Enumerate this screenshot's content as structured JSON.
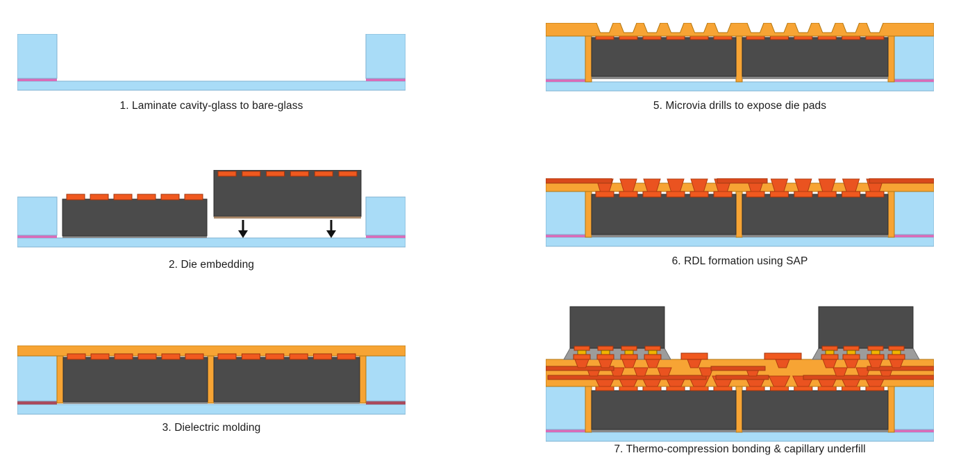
{
  "page": {
    "background": "#ffffff"
  },
  "panels": [
    {
      "id": "step-1",
      "caption": "1. Laminate cavity-glass to bare-glass"
    },
    {
      "id": "step-2",
      "caption": "2. Die embedding"
    },
    {
      "id": "step-3",
      "caption": "3. Dielectric molding"
    },
    {
      "id": "step-5",
      "caption": "5. Microvia drills to expose die pads"
    },
    {
      "id": "step-6",
      "caption": "6. RDL formation using SAP"
    },
    {
      "id": "step-7",
      "caption": "7. Thermo-compression bonding & capillary underfill"
    }
  ],
  "colors": {
    "glass": "#A9DCF7",
    "glass_border": "#7FB2D0",
    "adhesive_pink": "#D96CB8",
    "adhesive_maroon": "#A94A5C",
    "mold_orange": "#F7A434",
    "mold_border": "#B07612",
    "pad_orange": "#F0591F",
    "pad_border": "#A0340C",
    "via_orange": "#EA5320",
    "via_border": "#B03C10",
    "trace_red": "#D9491C",
    "trace_border": "#A03A10",
    "die_gray": "#4B4B4B",
    "die_border": "#2E2E2E",
    "attach_gray": "#8A8A8A",
    "underfill_gray": "#9C9C9C",
    "underfill_border": "#6E6E6E",
    "solder_gold": "#F0B400",
    "solder_border": "#7A5A00",
    "die_attach_tan": "#A8886A",
    "arrow_black": "#111111",
    "caption_text": "#1B1B1B"
  }
}
